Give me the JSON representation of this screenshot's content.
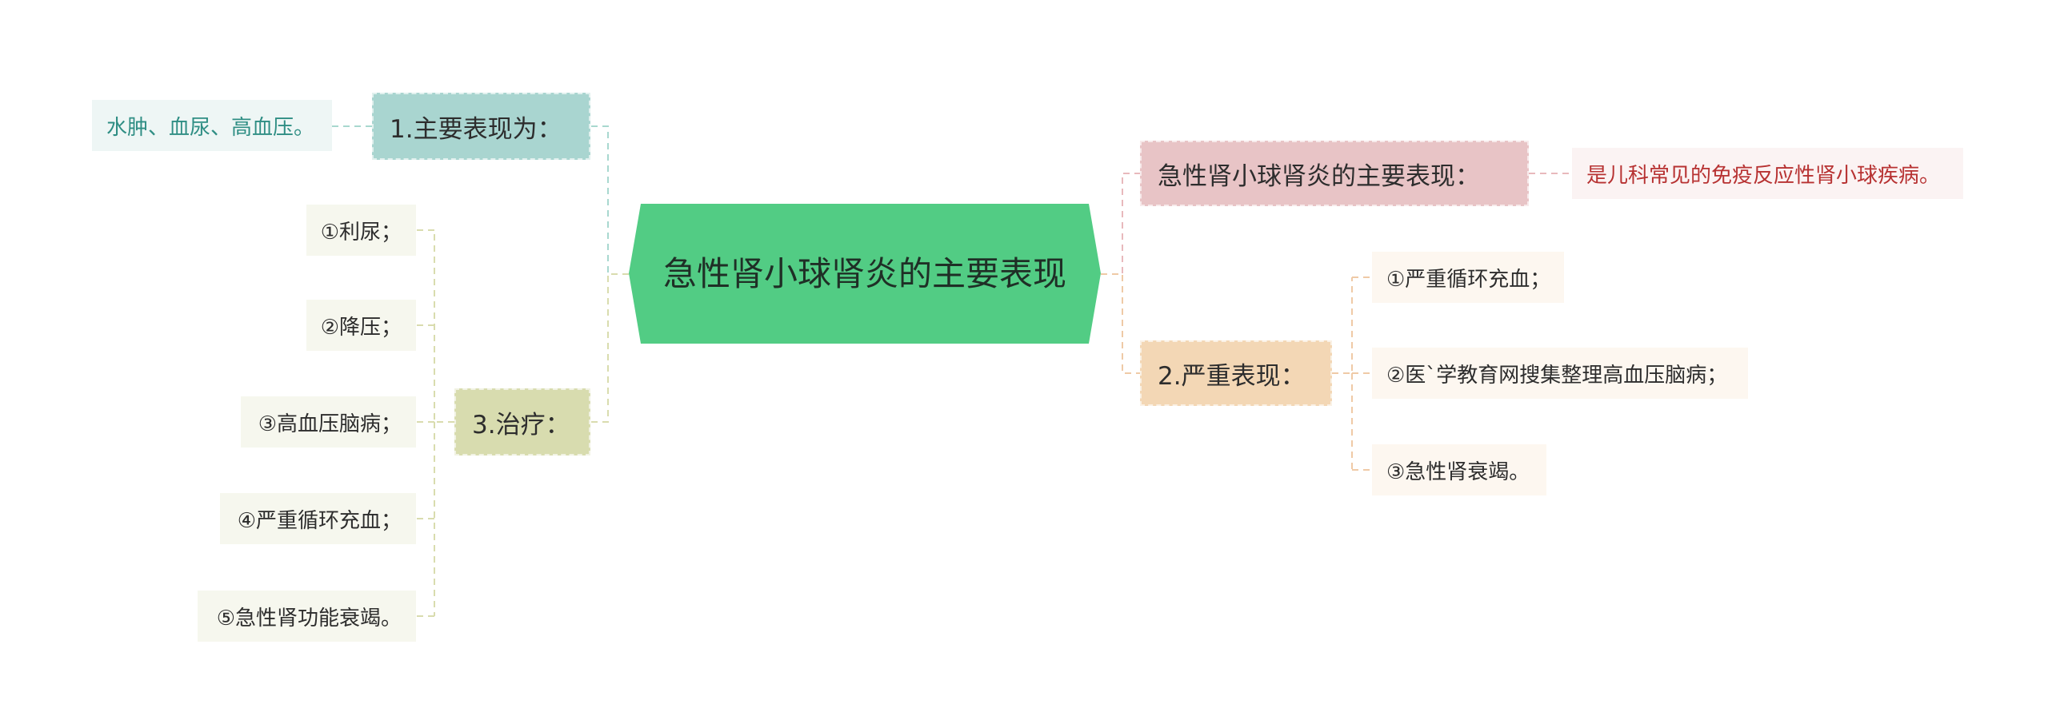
{
  "mindmap": {
    "central": "急性肾小球肾炎的主要表现",
    "branches": [
      {
        "label": "1.主要表现为：",
        "children": [
          "水肿、血尿、高血压。"
        ]
      },
      {
        "label": "3.治疗：",
        "children": [
          "①利尿；",
          "②降压；",
          "③高血压脑病；",
          "④严重循环充血；",
          "⑤急性肾功能衰竭。"
        ]
      },
      {
        "label": "急性肾小球肾炎的主要表现：",
        "children": [
          "是儿科常见的免疫反应性肾小球疾病。"
        ]
      },
      {
        "label": "2.严重表现：",
        "children": [
          "①严重循环充血；",
          "②医`学教育网搜集整理高血压脑病；",
          "③急性肾衰竭。"
        ]
      }
    ]
  },
  "colors": {
    "central": "#52cc84",
    "branch_teal": "#a9d5d0",
    "branch_olive": "#d8dcaf",
    "branch_pink": "#e8c4c6",
    "branch_peach": "#f3d7b5",
    "link_teal": "#a8d8cf",
    "link_olive": "#d9dcae",
    "link_pink": "#e8b9bc",
    "link_peach": "#efcaa6"
  }
}
